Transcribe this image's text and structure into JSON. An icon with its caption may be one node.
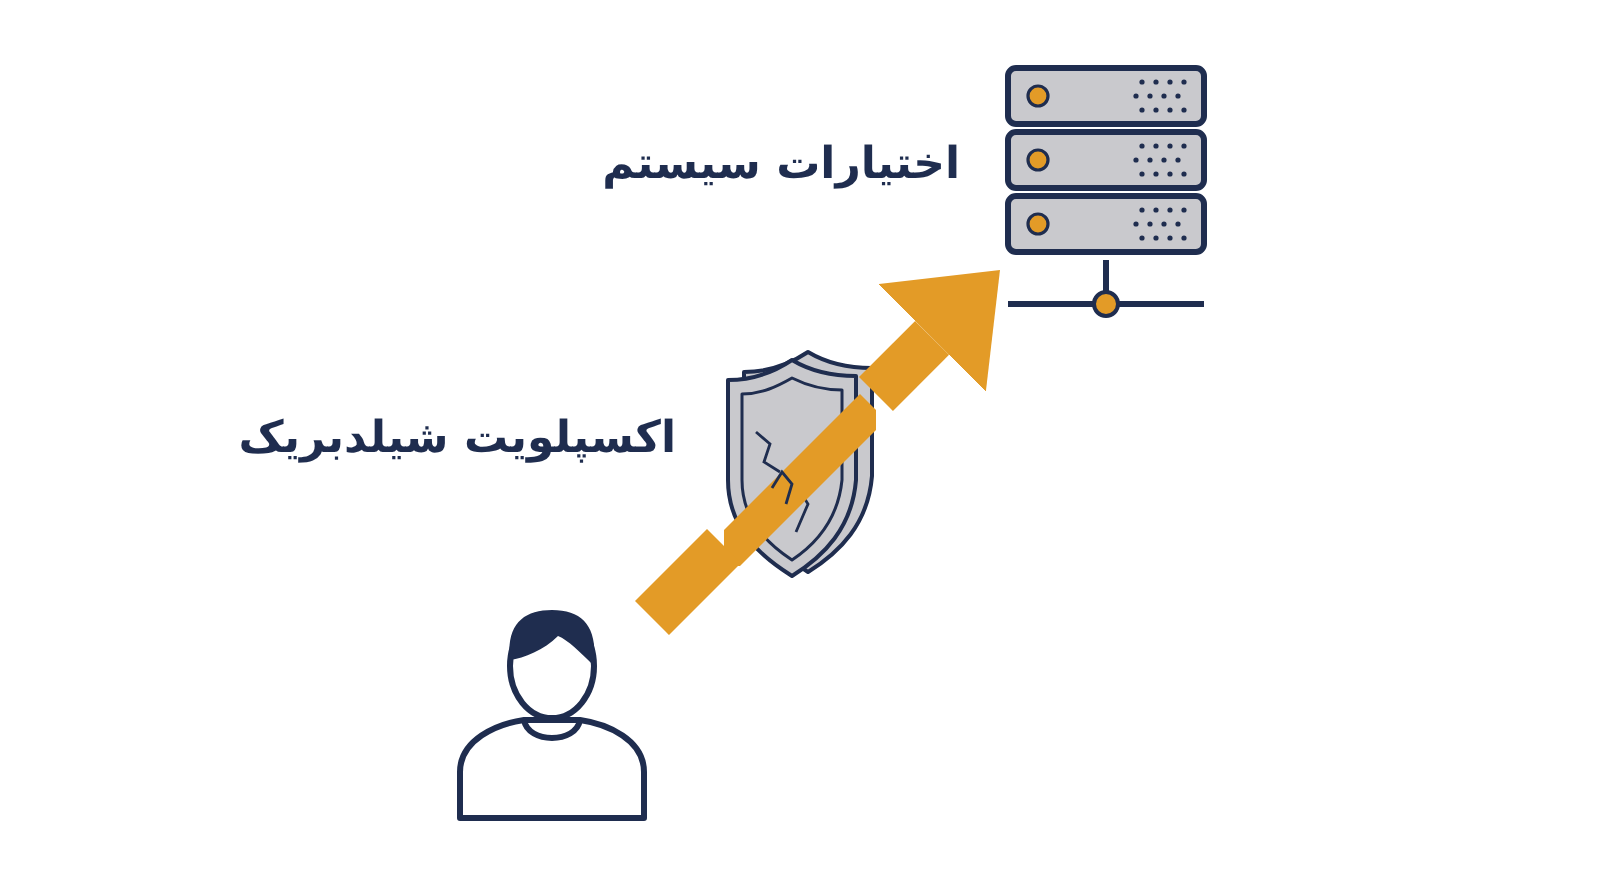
{
  "diagram": {
    "nodes": [
      {
        "text": [],
        "shape": "person"
      },
      {
        "text": [],
        "shape": "shield",
        "beside": [
          "اکسپلویت شیلدبریک"
        ]
      },
      {
        "text": [],
        "shape": "server",
        "beside": [
          "اختیارات سیستم"
        ]
      }
    ],
    "edges": [
      {
        "from": 0,
        "to": 1,
        "arrow": "none"
      },
      {
        "from": 1,
        "to": 2,
        "arrow": "to"
      }
    ]
  }
}
